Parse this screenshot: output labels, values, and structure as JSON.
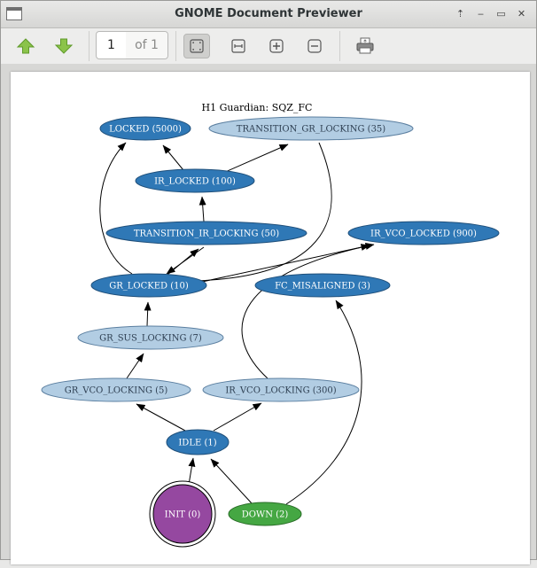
{
  "window": {
    "title": "GNOME Document Previewer"
  },
  "wm": {
    "up": "⇡",
    "minimize": "‒",
    "maximize": "▭",
    "close": "✕"
  },
  "toolbar": {
    "page_number": "1",
    "page_of": "of 1"
  },
  "graph": {
    "title": "H1 Guardian: SQZ_FC",
    "nodes": [
      {
        "id": "locked",
        "label": "LOCKED (5000)",
        "style": "dark"
      },
      {
        "id": "trans_gr",
        "label": "TRANSITION_GR_LOCKING (35)",
        "style": "light"
      },
      {
        "id": "ir_locked",
        "label": "IR_LOCKED (100)",
        "style": "dark"
      },
      {
        "id": "trans_ir",
        "label": "TRANSITION_IR_LOCKING (50)",
        "style": "dark"
      },
      {
        "id": "ir_vco_locked",
        "label": "IR_VCO_LOCKED (900)",
        "style": "dark"
      },
      {
        "id": "gr_locked",
        "label": "GR_LOCKED (10)",
        "style": "dark"
      },
      {
        "id": "fc_misaligned",
        "label": "FC_MISALIGNED (3)",
        "style": "dark"
      },
      {
        "id": "gr_sus",
        "label": "GR_SUS_LOCKING (7)",
        "style": "light"
      },
      {
        "id": "gr_vco",
        "label": "GR_VCO_LOCKING (5)",
        "style": "light"
      },
      {
        "id": "ir_vco",
        "label": "IR_VCO_LOCKING (300)",
        "style": "light"
      },
      {
        "id": "idle",
        "label": "IDLE (1)",
        "style": "dark"
      },
      {
        "id": "init",
        "label": "INIT (0)",
        "style": "init"
      },
      {
        "id": "down",
        "label": "DOWN (2)",
        "style": "down"
      }
    ],
    "edges": [
      [
        "ir_locked",
        "locked"
      ],
      [
        "ir_locked",
        "trans_gr"
      ],
      [
        "trans_ir",
        "ir_locked"
      ],
      [
        "gr_locked",
        "trans_ir"
      ],
      [
        "trans_ir",
        "gr_locked"
      ],
      [
        "gr_locked",
        "locked"
      ],
      [
        "trans_gr",
        "gr_locked"
      ],
      [
        "gr_locked",
        "ir_vco_locked"
      ],
      [
        "gr_sus",
        "gr_locked"
      ],
      [
        "gr_vco",
        "gr_sus"
      ],
      [
        "idle",
        "gr_vco"
      ],
      [
        "idle",
        "ir_vco"
      ],
      [
        "ir_vco",
        "ir_vco_locked"
      ],
      [
        "init",
        "idle"
      ],
      [
        "down",
        "idle"
      ],
      [
        "down",
        "fc_misaligned"
      ]
    ],
    "colors": {
      "dark": "#2f78b6",
      "light": "#b2cde3",
      "init": "#9548a0",
      "down": "#45a743",
      "dark_text": "#ffffff",
      "light_text": "#2e3f52"
    }
  }
}
